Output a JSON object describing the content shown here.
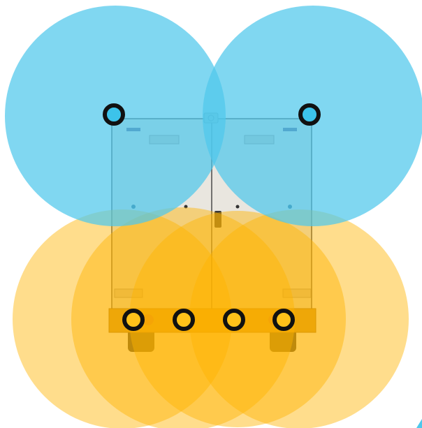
{
  "diagram": {
    "subject": "truck-rear-view",
    "colors": {
      "top_zone": "#4fc8ec",
      "bottom_zone": "#ffb300",
      "overlap_bottom": "#ef8a00",
      "sensor_ring": "#111111",
      "top_sensor_fill": "#3cc3ea",
      "bottom_sensor_fill": "#ffc21a",
      "truck_body": "#d9d2c4",
      "truck_frame": "#4a4a4a",
      "bumper": "#c98b1e",
      "tire": "#2b2b2b"
    },
    "top_sensors": [
      {
        "name": "top-left-sensor"
      },
      {
        "name": "top-right-sensor"
      }
    ],
    "bottom_sensors": [
      {
        "name": "bottom-sensor-1"
      },
      {
        "name": "bottom-sensor-2"
      },
      {
        "name": "bottom-sensor-3"
      },
      {
        "name": "bottom-sensor-4"
      }
    ]
  }
}
